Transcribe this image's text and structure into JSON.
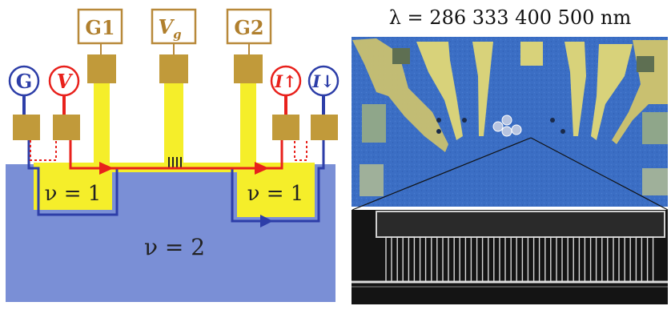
{
  "gates": {
    "g1": "G1",
    "vg_main": "V",
    "vg_sub": "g",
    "g2": "G2"
  },
  "contacts": {
    "ground": "G",
    "voltage": "V",
    "current_up": "I↑",
    "current_down": "I↓"
  },
  "filling_factors": {
    "left_island": "ν = 1",
    "right_island": "ν = 1",
    "bulk": "ν = 2"
  },
  "wavelengths": {
    "lambda_label": "λ = 286  333  400  500 nm"
  },
  "colors": {
    "bulk": "#7a8fd6",
    "island": "#f5ee2a",
    "gate": "#f5ee2a",
    "contact": "#c19a3a",
    "edge_red": "#e8211c",
    "edge_blue": "#2d3ea8",
    "label_border": "#b8893a",
    "substrate": "#3c6fc6",
    "sem_bg": "#141414"
  }
}
